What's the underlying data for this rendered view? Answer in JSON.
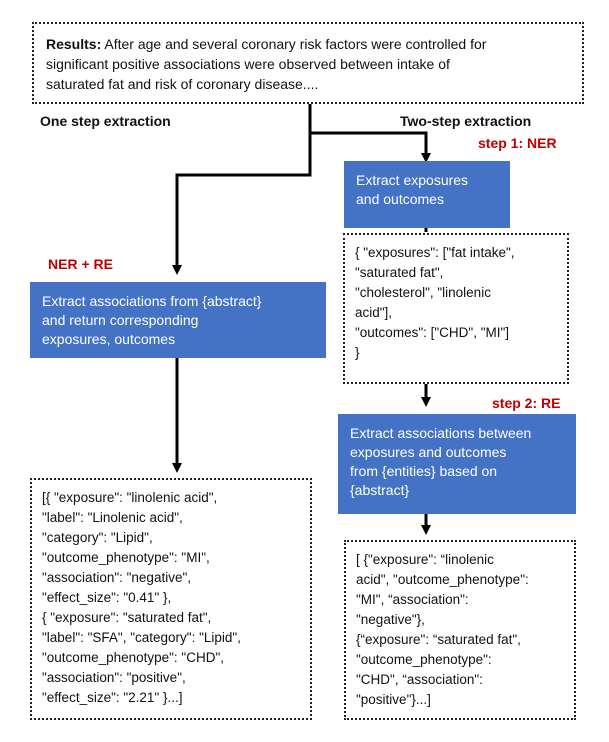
{
  "results_box": {
    "label": "Results:",
    "lines": [
      "After age and several coronary risk factors were controlled for",
      "significant positive associations were observed between intake of",
      "saturated fat and risk of coronary disease...."
    ]
  },
  "labels": {
    "one_step": "One step extraction",
    "two_step": "Two-step extraction",
    "step1": "step 1: NER",
    "ner_re": "NER + RE",
    "step2": "step 2: RE"
  },
  "boxes": {
    "extract_exposures": [
      "Extract exposures",
      "and outcomes"
    ],
    "extract_assoc_one": [
      "Extract associations from {abstract}",
      "and return corresponding",
      "exposures, outcomes"
    ],
    "extract_assoc_two": [
      "Extract associations between",
      "exposures and outcomes",
      "from {entities} based on",
      "{abstract}"
    ]
  },
  "entities_json": [
    "{ \"exposures\": [\"fat intake\",",
    "\"saturated fat\",",
    "\"cholesterol\", \"linolenic",
    "acid\"],",
    "\"outcomes\": [\"CHD\", \"MI\"]",
    "}"
  ],
  "one_step_output": [
    "[{ \"exposure\": \"linolenic acid\",",
    "\"label\": \"Linolenic acid\",",
    "\"category\": \"Lipid\",",
    "\"outcome_phenotype\": \"MI\",",
    "\"association\": \"negative\",",
    "\"effect_size\": \"0.41\" },",
    "{ \"exposure\": \"saturated fat\",",
    "\"label\": \"SFA\", \"category\": \"Lipid\",",
    "\"outcome_phenotype\": \"CHD\",",
    "\"association\": \"positive\",",
    "\"effect_size\": \"2.21\" }...]"
  ],
  "two_step_output": [
    "[ {\"exposure\": “linolenic",
    "acid\", \"outcome_phenotype\":",
    "\"MI\", “association\":",
    "\"negative\"},",
    "{“exposure\": “saturated fat\",",
    "\"outcome_phenotype\":",
    "\"CHD\", “association\":",
    "\"positive\"}...]"
  ],
  "colors": {
    "box_blue": "#4472c4",
    "label_red": "#c00000",
    "line": "#000000"
  }
}
